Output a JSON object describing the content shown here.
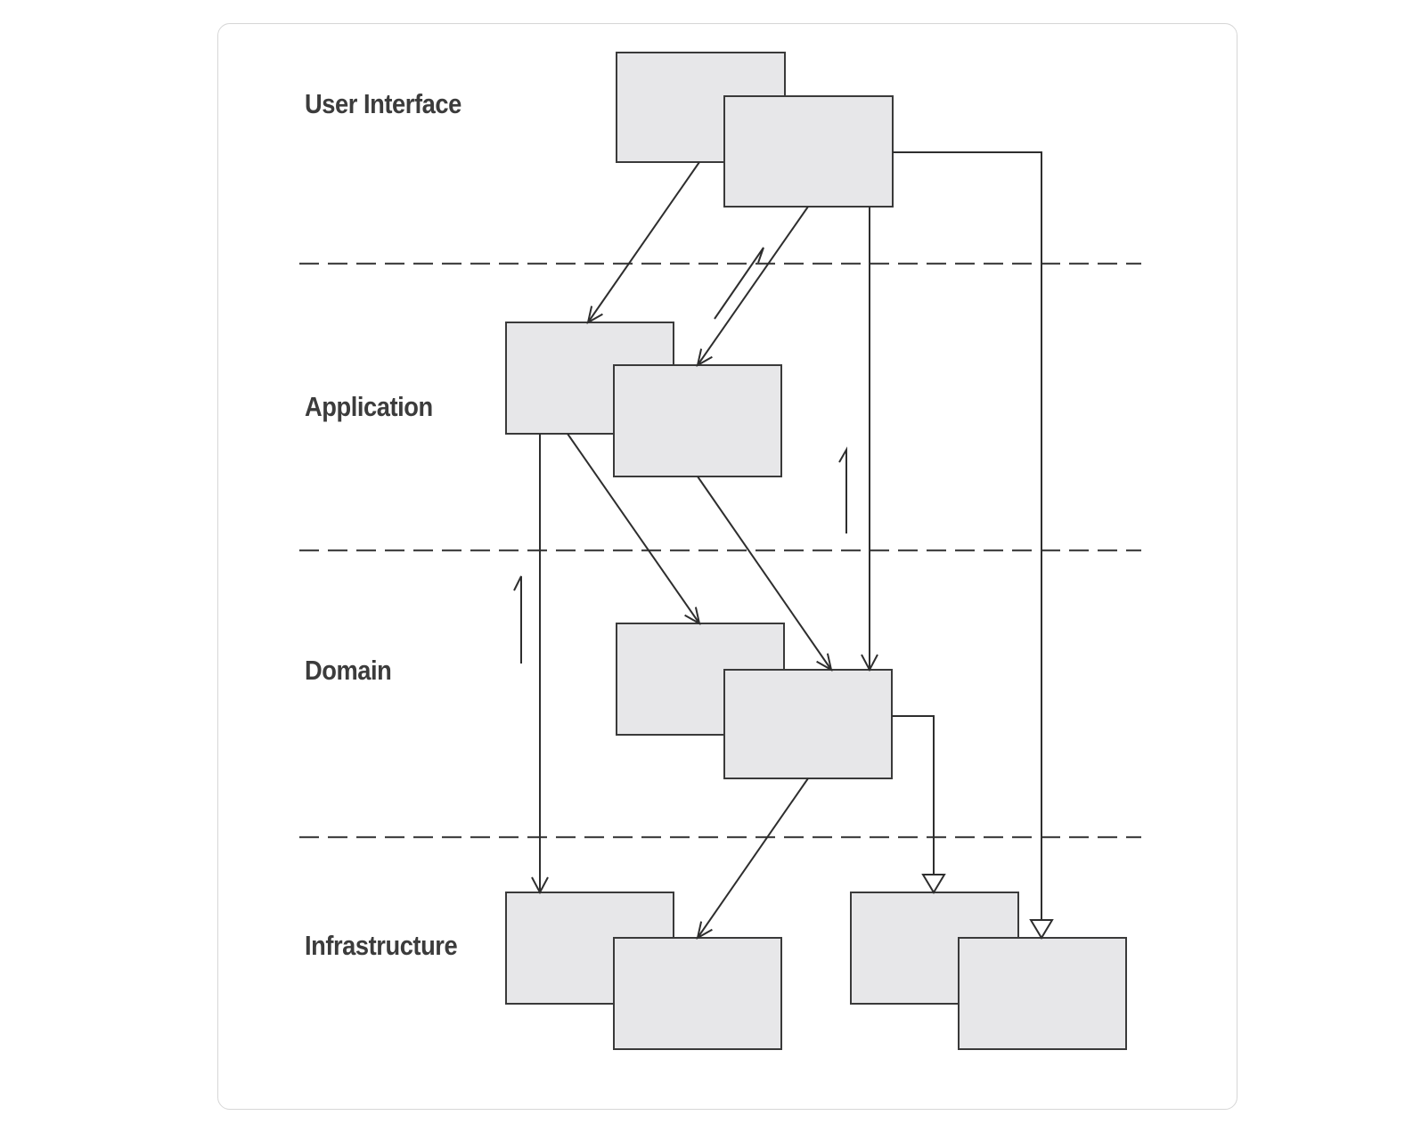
{
  "layers": {
    "user_interface": "User Interface",
    "application": "Application",
    "domain": "Domain",
    "infrastructure": "Infrastructure"
  },
  "colors": {
    "box_fill": "#e7e7e9",
    "line": "#2e2e2e",
    "label": "#3c3c3c"
  }
}
